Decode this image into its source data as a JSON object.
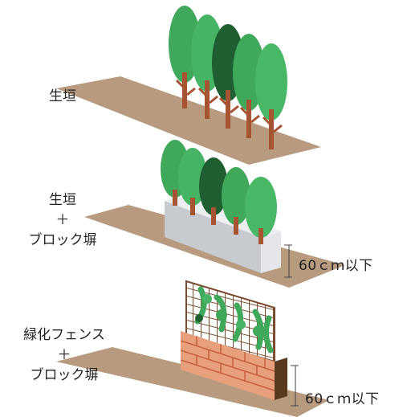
{
  "labels": {
    "hedge": "生垣",
    "hedge_block": {
      "line1": "生垣",
      "line2": "＋",
      "line3": "ブロック塀"
    },
    "green_fence_block": {
      "line1": "緑化フェンス",
      "line2": "＋",
      "line3": "ブロック塀"
    }
  },
  "dimensions": {
    "wall_height_1": "60ｃｍ以下",
    "wall_height_2": "60ｃｍ以下"
  },
  "colors": {
    "ground": "#b89a7f",
    "trunk": "#a65432",
    "leaf_light": "#3fa85a",
    "leaf_dark": "#1f5e30",
    "block": "#d4d6da",
    "brick": "#e8a07c",
    "brick_line": "#c6603e",
    "fence": "#7a4b2e"
  }
}
